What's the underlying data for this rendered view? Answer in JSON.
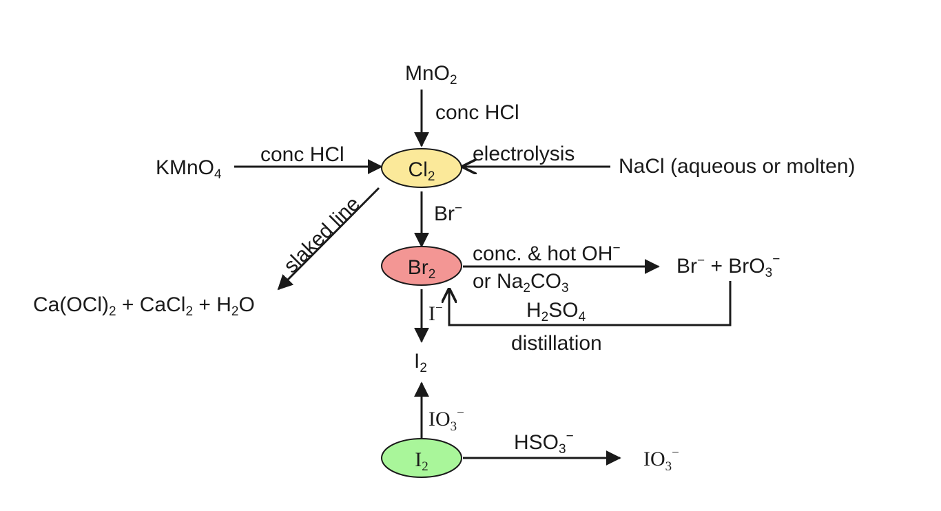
{
  "nodes": {
    "cl2": {
      "sym": "Cl",
      "sub": "2",
      "fill": "#fbe99a"
    },
    "br2": {
      "sym": "Br",
      "sub": "2",
      "fill": "#f39694"
    },
    "i2_bottom": {
      "sym": "I",
      "sub": "2",
      "fill": "#a9f69a"
    }
  },
  "species": {
    "mno2": {
      "sym": "MnO",
      "sub": "2"
    },
    "kmno4": {
      "sym": "KMnO",
      "sub": "4"
    },
    "nacl": "NaCl (aqueous or molten)",
    "hypochlorite": {
      "p1": "Ca(OCl)",
      "s1": "2",
      "p2": " + CaCl",
      "s2": "2",
      "p3": " + H",
      "s3": "2",
      "p4": "O"
    },
    "bromide_bromate": {
      "p1": "Br",
      "sup1": "−",
      "p2": " + BrO",
      "sub": "3",
      "sup2": "−"
    },
    "i2_mid": {
      "sym": "I",
      "sub": "2"
    },
    "iodate_right": {
      "sym": "IO",
      "sub": "3",
      "sup": "−"
    }
  },
  "labels": {
    "conc_hcl_top": "conc HCl",
    "conc_hcl_left": "conc HCl",
    "electrolysis": "electrolysis",
    "slaked_line": "slaked line",
    "br_minus": {
      "sym": "Br",
      "sup": "−"
    },
    "hot_oh": {
      "text": "conc. & hot OH",
      "sup": "−"
    },
    "na2co3": {
      "p1": "or Na",
      "s1": "2",
      "p2": "CO",
      "s2": "3"
    },
    "h2so4": {
      "p1": "H",
      "s1": "2",
      "p2": "SO",
      "s2": "4"
    },
    "distillation": "distillation",
    "i_minus": {
      "sym": "I",
      "sup": "−"
    },
    "io3_label": {
      "sym": "IO",
      "sub": "3",
      "sup": "−"
    },
    "hso3": {
      "sym": "HSO",
      "sub": "3",
      "sup": "−"
    }
  },
  "colors": {
    "cl2": "#fbe99a",
    "br2": "#f39694",
    "i2": "#a9f69a",
    "line": "#1a1a1a"
  }
}
